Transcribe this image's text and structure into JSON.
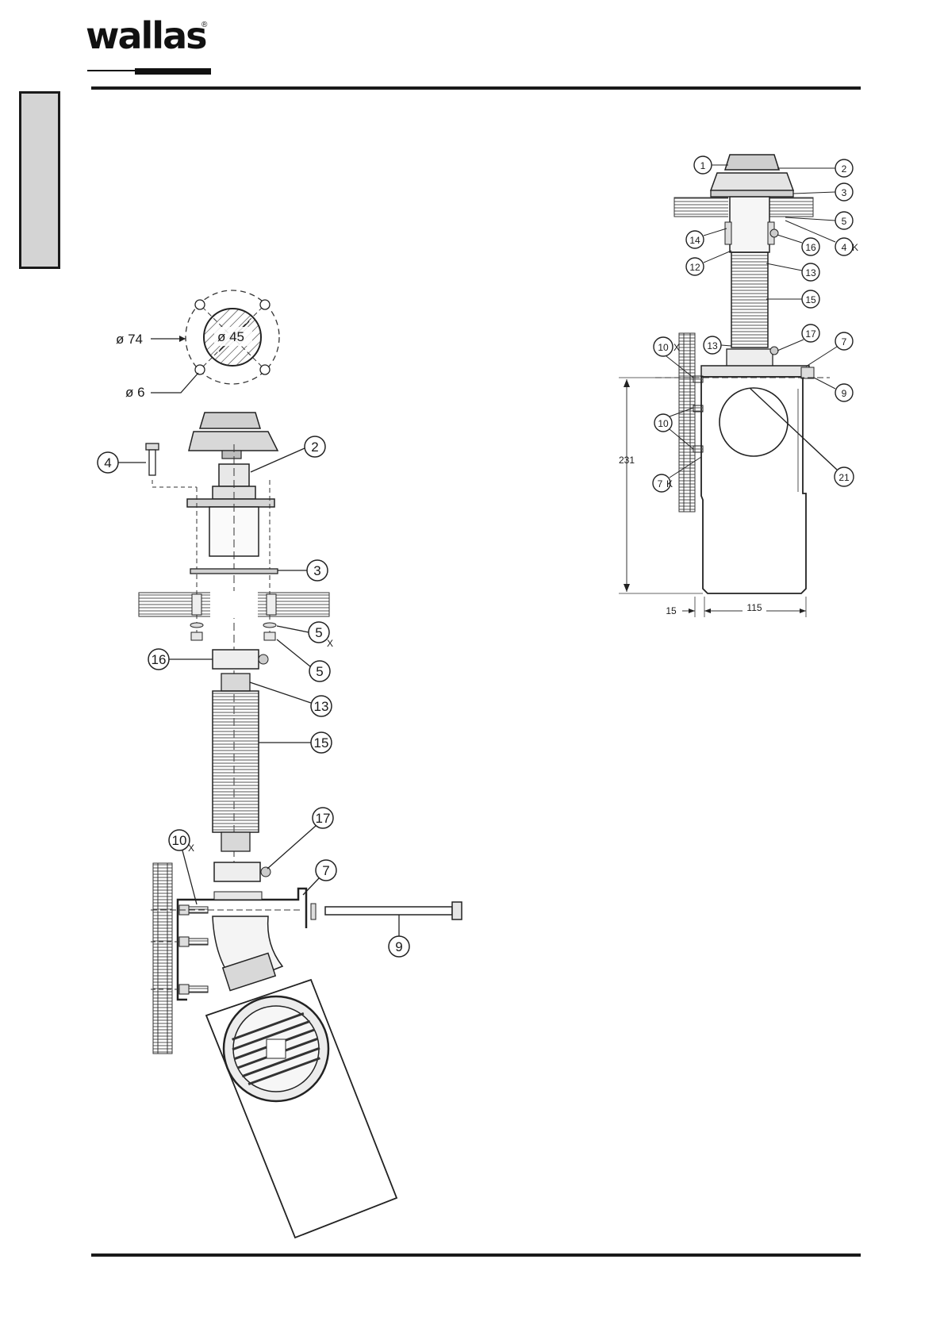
{
  "brand": {
    "name": "wallas",
    "registered": "®"
  },
  "hole_diagram": {
    "outer_dia": "ø 74",
    "inner_dia": "ø 45",
    "bolt_dia": "ø 6"
  },
  "exploded_view": {
    "labels": {
      "p2": "2",
      "p3": "3",
      "p4": "4",
      "p5x": "5",
      "p5x_suffix": "X",
      "p5": "5",
      "p16": "16",
      "p13": "13",
      "p15": "15",
      "p17": "17",
      "p10x": "10",
      "p10x_suffix": "X",
      "p7": "7",
      "p9": "9"
    }
  },
  "section_view": {
    "labels": {
      "p1": "1",
      "p2": "2",
      "p3": "3",
      "p5": "5",
      "p14": "14",
      "p4k": "4",
      "p4k_suffix": "K",
      "p16": "16",
      "p12": "12",
      "p13a": "13",
      "p15": "15",
      "p17": "17",
      "p10x": "10",
      "p10x_suffix": "X",
      "p13b": "13",
      "p7": "7",
      "p9": "9",
      "p10": "10",
      "p7k": "7",
      "p7k_suffix": "K",
      "p21": "21"
    },
    "dimensions": {
      "height": "231",
      "offset": "15",
      "width": "115"
    }
  }
}
